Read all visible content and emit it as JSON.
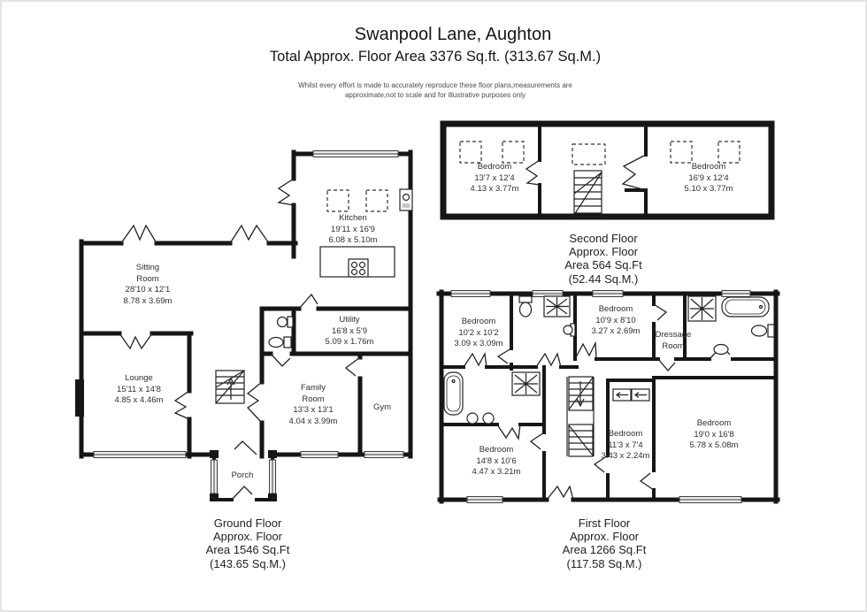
{
  "page": {
    "title": "Swanpool Lane, Aughton",
    "subtitle": "Total Approx. Floor Area 3376 Sq.ft. (313.67 Sq.M.)",
    "disclaimer1": "Whilst every effort is made to accurately reproduce these floor plans,measurements are",
    "disclaimer2": "approximate,not to scale and for illustrative purposes only"
  },
  "colors": {
    "wall": "#161616",
    "window_fill": "#ececec",
    "text": "#2e2e2e"
  },
  "ground_floor": {
    "summary": {
      "line1": "Ground Floor",
      "line2": "Approx. Floor",
      "line3": "Area 1546 Sq.Ft",
      "line4": "(143.65 Sq.M.)"
    },
    "rooms": {
      "sitting_room": {
        "name1": "Sitting",
        "name2": "Room",
        "imperial": "28'10 x 12'1",
        "metric": "8.78 x 3.69m"
      },
      "kitchen": {
        "name1": "Kitchen",
        "imperial": "19'11 x 16'9",
        "metric": "6.08 x 5.10m"
      },
      "lounge": {
        "name1": "Lounge",
        "imperial": "15'11 x 14'8",
        "metric": "4.85 x 4.46m"
      },
      "utility": {
        "name1": "Utility",
        "imperial": "16'8 x 5'9",
        "metric": "5.09 x 1.76m"
      },
      "family_room": {
        "name1": "Family",
        "name2": "Room",
        "imperial": "13'3 x 13'1",
        "metric": "4.04 x 3.99m"
      },
      "gym": {
        "name1": "Gym"
      },
      "porch": {
        "name1": "Porch"
      }
    }
  },
  "second_floor": {
    "summary": {
      "line1": "Second Floor",
      "line2": "Approx. Floor",
      "line3": "Area 564 Sq.Ft",
      "line4": "(52.44 Sq.M.)"
    },
    "rooms": {
      "bedroom_left": {
        "name1": "Bedroom",
        "imperial": "13'7 x 12'4",
        "metric": "4.13 x 3.77m"
      },
      "bedroom_right": {
        "name1": "Bedroom",
        "imperial": "16'9 x 12'4",
        "metric": "5.10 x 3.77m"
      }
    }
  },
  "first_floor": {
    "summary": {
      "line1": "First Floor",
      "line2": "Approx. Floor",
      "line3": "Area 1266 Sq.Ft",
      "line4": "(117.58 Sq.M.)"
    },
    "rooms": {
      "bedroom_top_left": {
        "name1": "Bedroom",
        "imperial": "10'2 x 10'2",
        "metric": "3.09 x 3.09m"
      },
      "bedroom_top_middle": {
        "name1": "Bedroom",
        "imperial": "10'9 x 8'10",
        "metric": "3.27 x 2.69m"
      },
      "dressage_room": {
        "name1": "Dressage",
        "name2": "Room"
      },
      "bedroom_bottom_left": {
        "name1": "Bedroom",
        "imperial": "14'8 x 10'6",
        "metric": "4.47 x 3.21m"
      },
      "bedroom_middle": {
        "name1": "Bedroom",
        "imperial": "11'3 x 7'4",
        "metric": "3.43 x 2.24m"
      },
      "bedroom_right": {
        "name1": "Bedroom",
        "imperial": "19'0 x 16'8",
        "metric": "5.78 x 5.08m"
      }
    }
  }
}
